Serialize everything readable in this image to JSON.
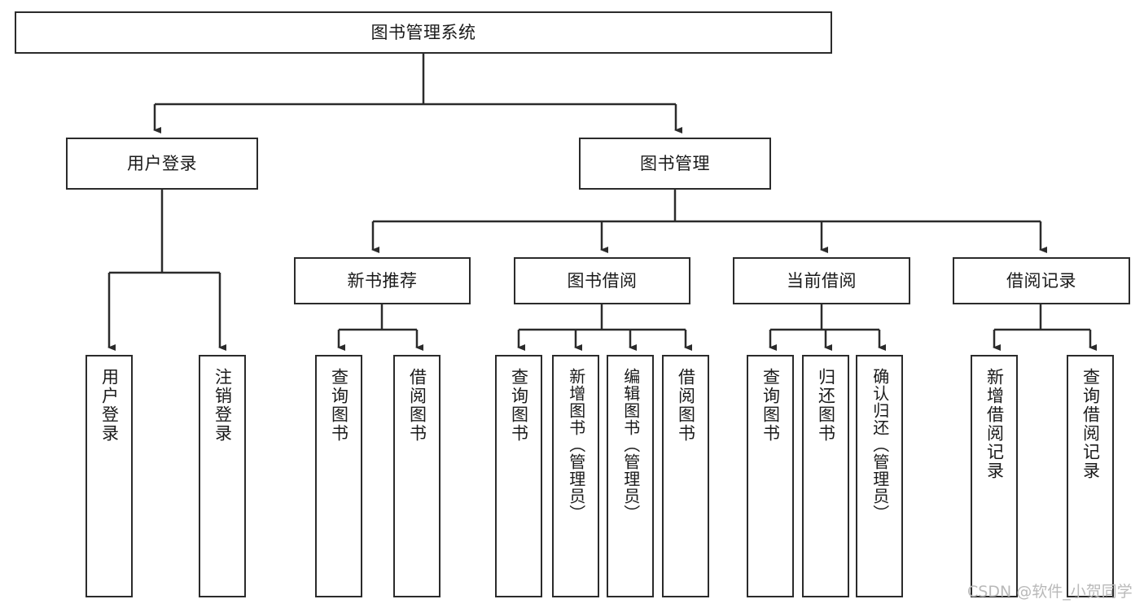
{
  "diagram": {
    "title": "图书管理系统",
    "type": "tree-hierarchy",
    "watermark": "CSDN @软件_小贺同学",
    "colors": {
      "box_border": "#2b2b2b",
      "box_fill": "#ffffff",
      "edge": "#2b2b2b",
      "text": "#1a1a1a",
      "watermark": "#b9b9b9"
    }
  },
  "nodes": {
    "root": {
      "label": "图书管理系统"
    },
    "level2": [
      {
        "id": "user-login",
        "label": "用户登录"
      },
      {
        "id": "book-management",
        "label": "图书管理"
      }
    ],
    "level3": [
      {
        "id": "new-book-recommend",
        "label": "新书推荐"
      },
      {
        "id": "book-borrow",
        "label": "图书借阅"
      },
      {
        "id": "current-borrow",
        "label": "当前借阅"
      },
      {
        "id": "borrow-record",
        "label": "借阅记录"
      }
    ],
    "leaves": {
      "user_login": [
        {
          "id": "leaf-user-login",
          "label": "用户登录"
        },
        {
          "id": "leaf-logout-login",
          "label": "注销登录"
        }
      ],
      "new_book_recommend": [
        {
          "id": "leaf-query-book-1",
          "label": "查询图书"
        },
        {
          "id": "leaf-borrow-book-1",
          "label": "借阅图书"
        }
      ],
      "book_borrow": [
        {
          "id": "leaf-query-book-2",
          "label": "查询图书"
        },
        {
          "id": "leaf-add-book",
          "label": "新增图书（管理员）"
        },
        {
          "id": "leaf-edit-book",
          "label": "编辑图书（管理员）"
        },
        {
          "id": "leaf-borrow-book-2",
          "label": "借阅图书"
        }
      ],
      "current_borrow": [
        {
          "id": "leaf-query-book-3",
          "label": "查询图书"
        },
        {
          "id": "leaf-return-book",
          "label": "归还图书"
        },
        {
          "id": "leaf-confirm-return",
          "label": "确认归还（管理员）"
        }
      ],
      "borrow_record": [
        {
          "id": "leaf-add-record",
          "label": "新增借阅记录"
        },
        {
          "id": "leaf-query-record",
          "label": "查询借阅记录"
        }
      ]
    }
  }
}
